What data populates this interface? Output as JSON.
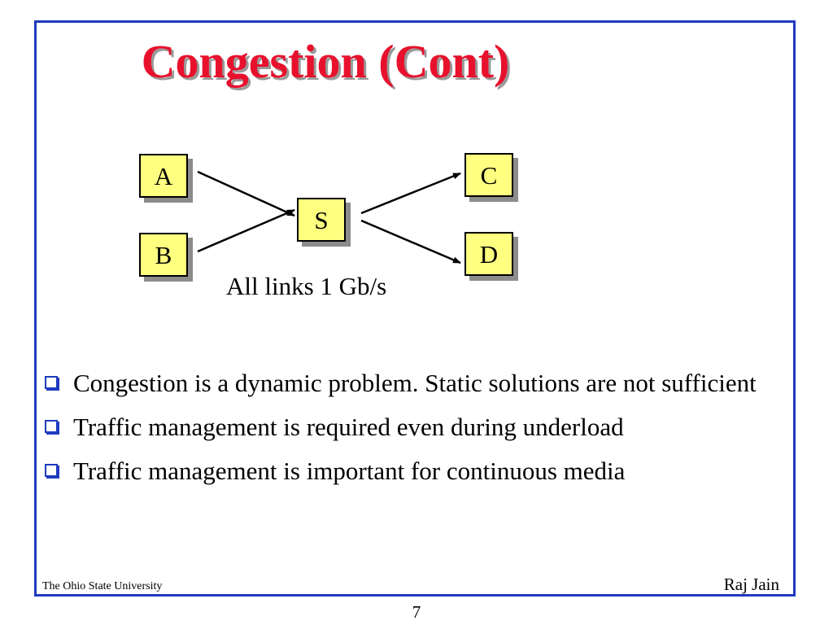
{
  "slide": {
    "title": "Congestion (Cont)",
    "diagram": {
      "nodes": {
        "a": "A",
        "b": "B",
        "s": "S",
        "c": "C",
        "d": "D"
      },
      "caption": "All links 1 Gb/s"
    },
    "bullets": [
      "Congestion is a dynamic problem. Static solutions are not sufficient",
      "Traffic management is required even during underload",
      "Traffic management is important for continuous media"
    ],
    "footer_left": "The Ohio State University",
    "footer_right": "Raj Jain",
    "page_number": "7"
  },
  "colors": {
    "title": "#e8112d",
    "frame": "#1f3bbf",
    "node_fill": "#ffff80",
    "node_shadow": "#8c8c8c"
  }
}
